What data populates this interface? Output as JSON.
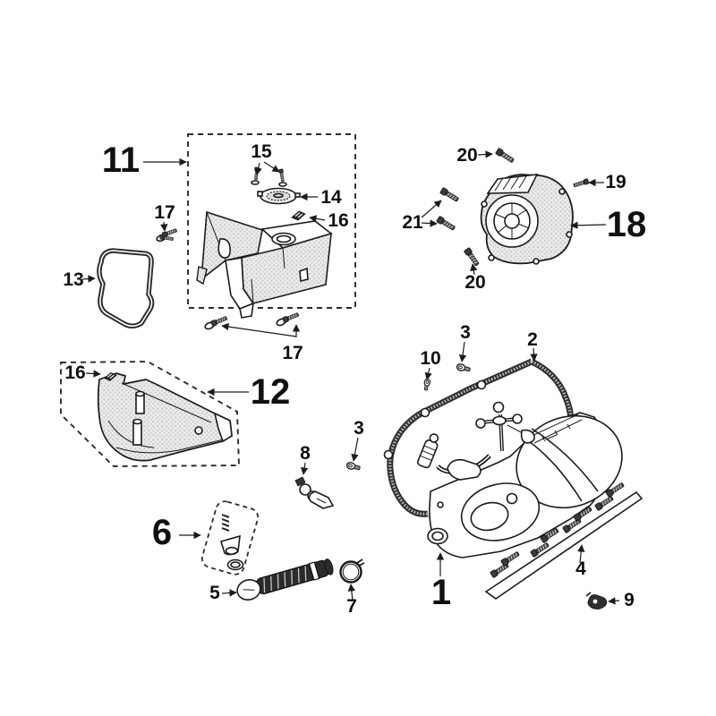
{
  "diagram": {
    "kind": "exploded-parts-diagram",
    "background_color": "#ffffff",
    "line_color": "#1b1b1b",
    "shading_color": "#e9e9e9",
    "part4_bolt_count": 8,
    "labels": {
      "l1": "1",
      "l2": "2",
      "l3a": "3",
      "l3b": "3",
      "l4": "4",
      "l5": "5",
      "l6": "6",
      "l7": "7",
      "l8": "8",
      "l9": "9",
      "l10": "10",
      "l11": "11",
      "l12": "12",
      "l13": "13",
      "l14": "14",
      "l15": "15",
      "l16a": "16",
      "l16b": "16",
      "l17a": "17",
      "l17b": "17",
      "l18": "18",
      "l19": "19",
      "l20a": "20",
      "l20b": "20",
      "l21": "21"
    }
  }
}
